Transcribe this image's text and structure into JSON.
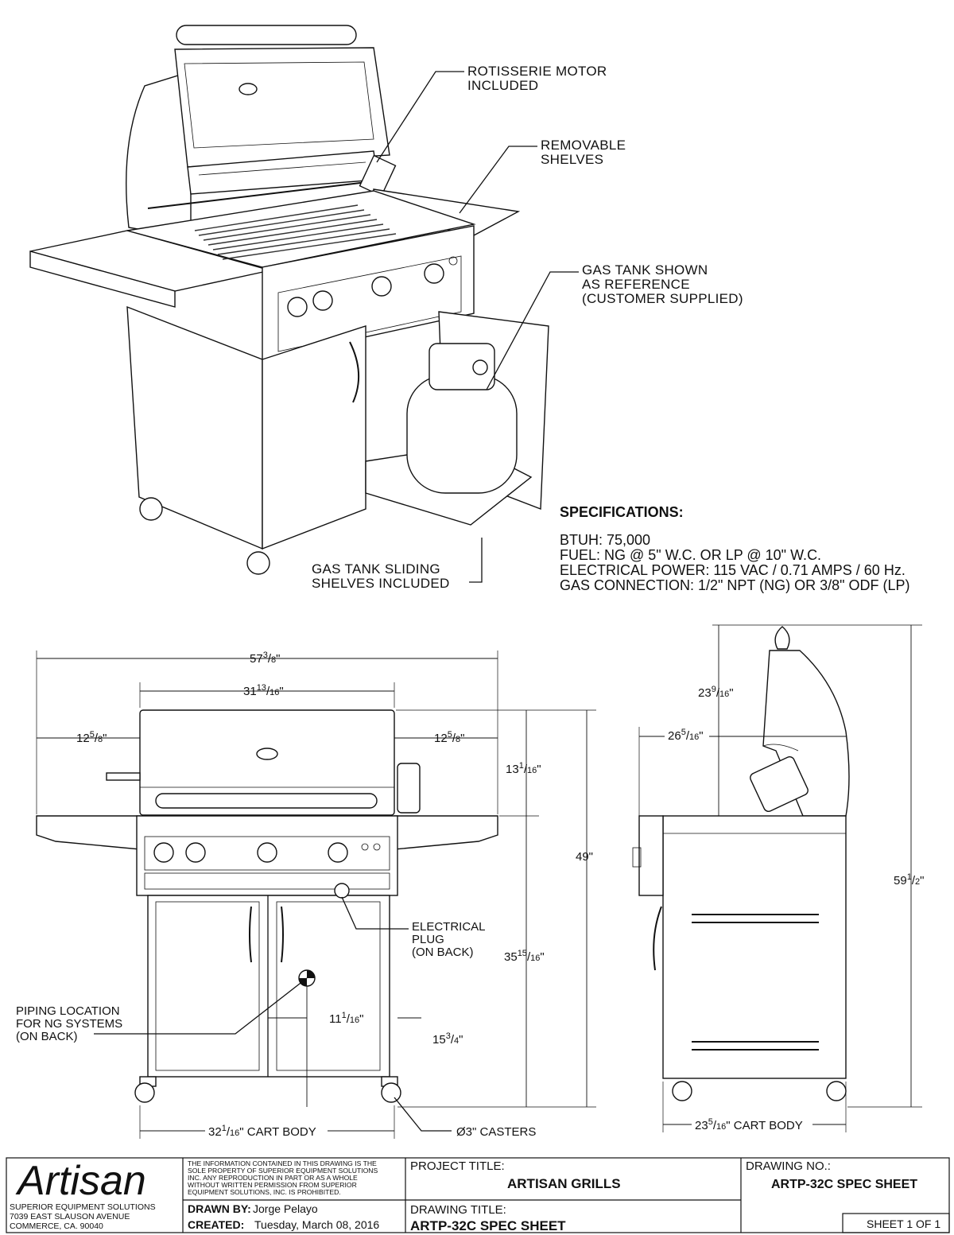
{
  "callouts": {
    "rotisserie": [
      "ROTISSERIE MOTOR",
      "INCLUDED"
    ],
    "shelves": [
      "REMOVABLE",
      "SHELVES"
    ],
    "gas_tank": [
      "GAS TANK SHOWN",
      "AS REFERENCE",
      "(CUSTOMER SUPPLIED)"
    ],
    "sliding": [
      "GAS TANK SLIDING",
      "SHELVES INCLUDED"
    ],
    "electrical": [
      "ELECTRICAL",
      "PLUG",
      "(ON BACK)"
    ],
    "piping": [
      "PIPING LOCATION",
      "FOR NG SYSTEMS",
      "(ON BACK)"
    ]
  },
  "specifications": {
    "heading": "SPECIFICATIONS:",
    "lines": [
      "BTUH: 75,000",
      "FUEL: NG @ 5\" W.C. OR LP @ 10\" W.C.",
      "ELECTRICAL POWER: 115 VAC / 0.71 AMPS / 60 Hz.",
      "GAS CONNECTION: 1/2\" NPT (NG) OR 3/8\" ODF (LP)"
    ]
  },
  "dimensions": {
    "overall_width": {
      "whole": "57",
      "num": "3",
      "den": "8"
    },
    "hood_width": {
      "whole": "31",
      "num": "13",
      "den": "16"
    },
    "left_shelf": {
      "whole": "12",
      "num": "5",
      "den": "8"
    },
    "right_shelf": {
      "whole": "12",
      "num": "5",
      "den": "8"
    },
    "hood_height": {
      "whole": "13",
      "num": "1",
      "den": "16"
    },
    "counter_height": {
      "whole": "35",
      "num": "15",
      "den": "16"
    },
    "total_height": "49\"",
    "pipe_offset": {
      "whole": "11",
      "num": "1",
      "den": "16"
    },
    "pipe_height": {
      "whole": "15",
      "num": "3",
      "den": "4"
    },
    "cart_body_width": {
      "whole": "32",
      "num": "1",
      "den": "16",
      "suffix": " CART BODY"
    },
    "casters": "Ø3\" CASTERS",
    "side_hood_top": {
      "whole": "23",
      "num": "9",
      "den": "16"
    },
    "side_depth_open": {
      "whole": "26",
      "num": "5",
      "den": "16"
    },
    "side_height": {
      "whole": "59",
      "num": "1",
      "den": "2"
    },
    "side_cart_body": {
      "whole": "23",
      "num": "5",
      "den": "16",
      "suffix": " CART BODY"
    }
  },
  "title_block": {
    "logo_text": "Artisan",
    "company": [
      "SUPERIOR EQUIPMENT SOLUTIONS",
      "7039 EAST SLAUSON AVENUE",
      "COMMERCE, CA. 90040"
    ],
    "notice": [
      "THE INFORMATION CONTAINED IN THIS DRAWING IS THE",
      "SOLE PROPERTY OF SUPERIOR EQUIPMENT SOLUTIONS",
      "INC. ANY REPRODUCTION IN PART OR AS A WHOLE",
      "WITHOUT WRITTEN PERMISSION FROM SUPERIOR",
      "EQUIPMENT SOLUTIONS, INC. IS PROHIBITED."
    ],
    "drawn_by_label": "DRAWN BY:",
    "drawn_by": "Jorge Pelayo",
    "created_label": "CREATED:",
    "created": "Tuesday, March 08, 2016",
    "project_title_label": "PROJECT TITLE:",
    "project_title": "ARTISAN GRILLS",
    "drawing_title_label": "DRAWING TITLE:",
    "drawing_title": "ARTP-32C SPEC SHEET",
    "drawing_no_label": "DRAWING NO.:",
    "drawing_no": "ARTP-32C SPEC SHEET",
    "sheet": "SHEET 1 OF 1"
  }
}
